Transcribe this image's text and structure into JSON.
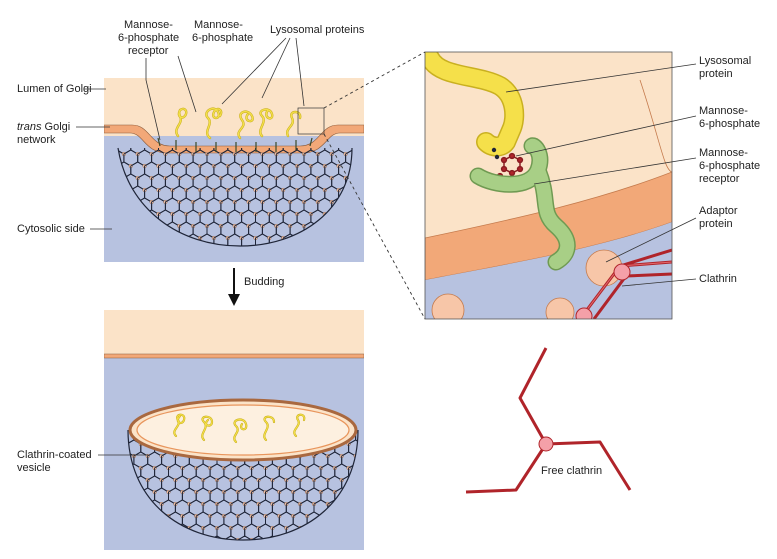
{
  "labels": {
    "m6p_receptor_top": [
      "Mannose-",
      "6-phosphate",
      "receptor"
    ],
    "m6p_top": [
      "Mannose-",
      "6-phosphate"
    ],
    "lysosomal_proteins": "Lysosomal proteins",
    "lumen": "Lumen of Golgi",
    "trans_golgi": {
      "italic": "trans",
      "rest": " Golgi",
      "line2": "network"
    },
    "cytosolic": "Cytosolic side",
    "budding": "Budding",
    "vesicle": [
      "Clathrin-coated",
      "vesicle"
    ],
    "zoom_lysosomal": [
      "Lysosomal",
      "protein"
    ],
    "zoom_m6p": [
      "Mannose-",
      "6-phosphate"
    ],
    "zoom_receptor": [
      "Mannose-",
      "6-phosphate",
      "receptor"
    ],
    "zoom_adaptor": [
      "Adaptor",
      "protein"
    ],
    "zoom_clathrin": "Clathrin",
    "free_clathrin": "Free clathrin"
  },
  "colors": {
    "lumen": "#fbe3c8",
    "cytosol": "#b7c2e0",
    "membrane": "#f2a878",
    "lysosomal_protein": "#f5e04a",
    "receptor": "#a8cf86",
    "clathrin": "#b0242a",
    "adaptor": "#f7c6a8",
    "hub": "#f4a0a8",
    "lattice": "#1f2538"
  }
}
